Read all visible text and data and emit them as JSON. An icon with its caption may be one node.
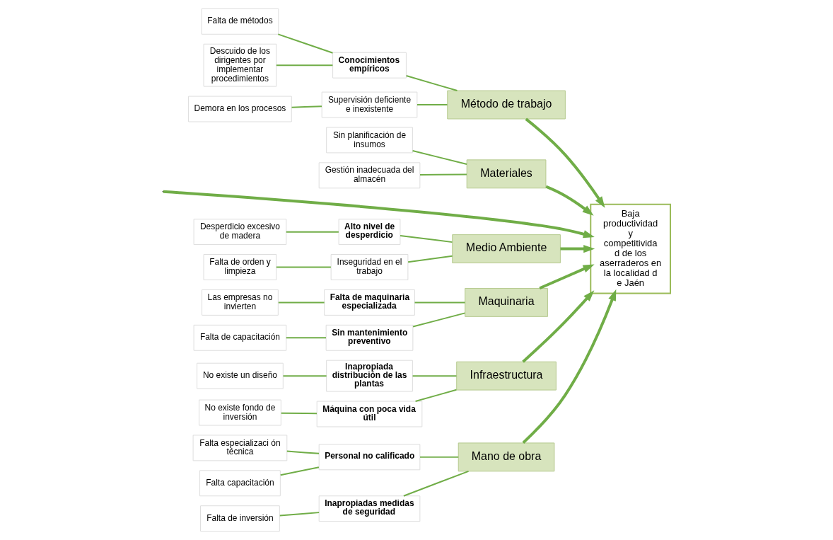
{
  "diagram": {
    "nodes": [
      {
        "text": [
          "Mano de obra"
        ]
      },
      {
        "text": [
          "Personal no calificado"
        ]
      },
      {
        "text": [
          "Falta especializaci ón técnica"
        ]
      },
      {
        "text": [
          "Falta capacitación"
        ]
      },
      {
        "text": [
          "Inapropiadas medidas de seguridad"
        ]
      },
      {
        "text": [
          "Falta de inversión"
        ]
      },
      {
        "text": [
          "Método de trabajo"
        ]
      },
      {
        "text": [
          "Conocimientos empíricos"
        ]
      },
      {
        "text": [
          "Falta de métodos"
        ]
      },
      {
        "text": [
          "Descuido de los dirigentes por implementar procedimientos"
        ]
      },
      {
        "text": [
          "Supervisión deficiente e inexistente"
        ]
      },
      {
        "text": [
          "Demora en los procesos"
        ]
      },
      {
        "text": [
          "Materiales"
        ]
      },
      {
        "text": [
          "Sin planificación de insumos"
        ]
      },
      {
        "text": [
          "Gestión inadecuada del almacén"
        ]
      },
      {
        "text": [
          "Baja productividad y competitivida d de los aserraderos en la localidad d e Jaén"
        ]
      },
      {
        "text": [
          "Medio Ambiente"
        ]
      },
      {
        "text": [
          "Alto nivel de desperdicio"
        ]
      },
      {
        "text": [
          "Desperdicio excesivo de madera"
        ]
      },
      {
        "text": [
          "Inseguridad en el trabajo"
        ]
      },
      {
        "text": [
          "Falta de orden y limpieza"
        ]
      },
      {
        "text": [
          "Maquinaria"
        ]
      },
      {
        "text": [
          "Falta de maquinaria especializada"
        ]
      },
      {
        "text": [
          "Las empresas no invierten"
        ]
      },
      {
        "text": [
          "Sin mantenimiento preventivo"
        ]
      },
      {
        "text": [
          "Falta de capacitación"
        ]
      },
      {
        "text": [
          "Infraestructura"
        ]
      },
      {
        "text": [
          "Inapropiada distribución de las plantas"
        ]
      },
      {
        "text": [
          "No existe un diseño"
        ]
      },
      {
        "text": [
          "Máquina con poca vida útil"
        ]
      },
      {
        "text": [
          "No existe fondo de inversión"
        ]
      }
    ],
    "edges": [
      {
        "from": null,
        "to": 15,
        "arrow": "to",
        "style": "thick"
      },
      {
        "from": 0,
        "to": 15,
        "arrow": "to",
        "style": "thick"
      },
      {
        "from": 1,
        "to": 0,
        "arrow": "none"
      },
      {
        "from": 2,
        "to": 1,
        "arrow": "none"
      },
      {
        "from": 3,
        "to": 1,
        "arrow": "none"
      },
      {
        "from": 4,
        "to": 0,
        "arrow": "none"
      },
      {
        "from": 5,
        "to": 4,
        "arrow": "none"
      },
      {
        "from": 6,
        "to": 15,
        "arrow": "to",
        "style": "thick"
      },
      {
        "from": 7,
        "to": 6,
        "arrow": "none"
      },
      {
        "from": 8,
        "to": 7,
        "arrow": "none"
      },
      {
        "from": 9,
        "to": 7,
        "arrow": "none"
      },
      {
        "from": 10,
        "to": 6,
        "arrow": "none"
      },
      {
        "from": 11,
        "to": 10,
        "arrow": "none"
      },
      {
        "from": 12,
        "to": 15,
        "arrow": "to",
        "style": "thick"
      },
      {
        "from": 13,
        "to": 12,
        "arrow": "none"
      },
      {
        "from": 14,
        "to": 12,
        "arrow": "none"
      },
      {
        "from": 16,
        "to": 15,
        "arrow": "to",
        "style": "thick"
      },
      {
        "from": 17,
        "to": 16,
        "arrow": "none"
      },
      {
        "from": 18,
        "to": 17,
        "arrow": "none"
      },
      {
        "from": 19,
        "to": 16,
        "arrow": "none"
      },
      {
        "from": 20,
        "to": 19,
        "arrow": "none"
      },
      {
        "from": 21,
        "to": 15,
        "arrow": "to",
        "style": "thick"
      },
      {
        "from": 22,
        "to": 21,
        "arrow": "none"
      },
      {
        "from": 23,
        "to": 22,
        "arrow": "none"
      },
      {
        "from": 24,
        "to": 21,
        "arrow": "none"
      },
      {
        "from": 25,
        "to": 24,
        "arrow": "none"
      },
      {
        "from": 26,
        "to": 15,
        "arrow": "to",
        "style": "thick"
      },
      {
        "from": 27,
        "to": 26,
        "arrow": "none"
      },
      {
        "from": 28,
        "to": 27,
        "arrow": "none"
      },
      {
        "from": 29,
        "to": 26,
        "arrow": "none"
      },
      {
        "from": 30,
        "to": 29,
        "arrow": "none"
      }
    ]
  }
}
